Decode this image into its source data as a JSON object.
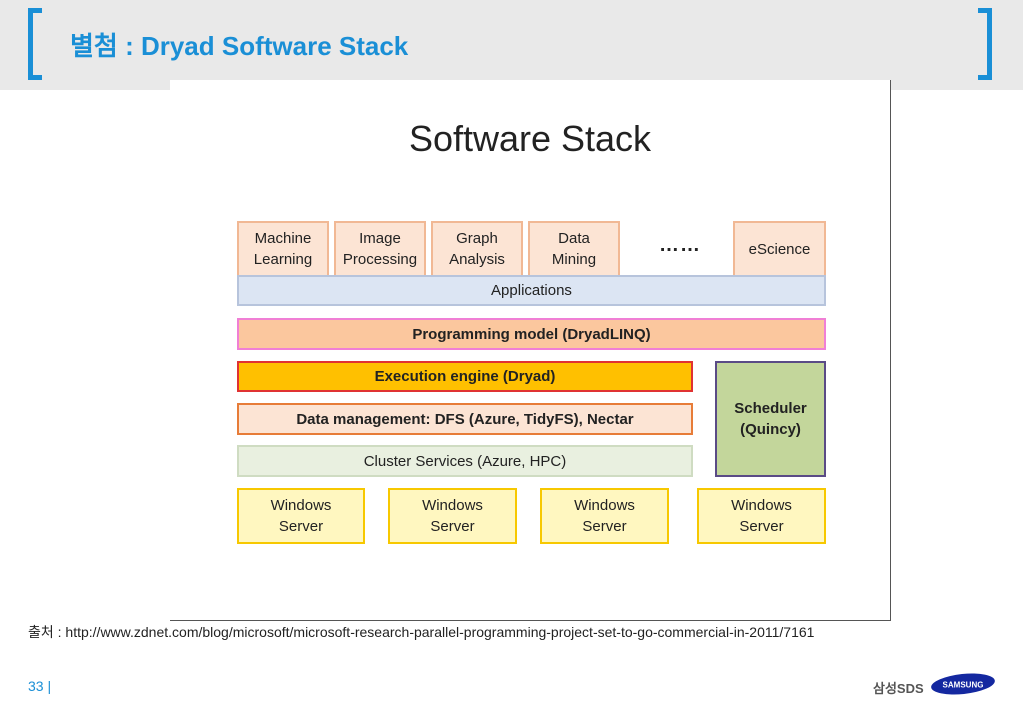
{
  "header": {
    "title": "별첨 : Dryad Software Stack"
  },
  "figure": {
    "title": "Software Stack",
    "applications_row": {
      "items": [
        {
          "label": "Machine\nLearning"
        },
        {
          "label": "Image\nProcessing"
        },
        {
          "label": "Graph\nAnalysis"
        },
        {
          "label": "Data\nMining"
        },
        {
          "label": "eScience"
        }
      ],
      "ellipsis": "……"
    },
    "layers": {
      "applications": "Applications",
      "programming_model": "Programming model (DryadLINQ)",
      "execution_engine": "Execution engine (Dryad)",
      "data_management": "Data management: DFS (Azure, TidyFS), Nectar",
      "cluster_services": "Cluster Services (Azure, HPC)",
      "scheduler": "Scheduler\n(Quincy)"
    },
    "servers": [
      {
        "label": "Windows\nServer"
      },
      {
        "label": "Windows\nServer"
      },
      {
        "label": "Windows\nServer"
      },
      {
        "label": "Windows\nServer"
      }
    ]
  },
  "footer": {
    "source": "출처 : http://www.zdnet.com/blog/microsoft/microsoft-research-parallel-programming-project-set-to-go-commercial-in-2011/7161",
    "page_number": "33 |",
    "logo_sds_text": "삼성SDS",
    "logo_samsung_text": "SAMSUNG"
  },
  "colors": {
    "accent": "#1a8fd6",
    "app_fill": "#fce4d4",
    "exec_fill": "#ffc000",
    "scheduler_fill": "#c3d69b",
    "server_fill": "#fff7c0"
  }
}
